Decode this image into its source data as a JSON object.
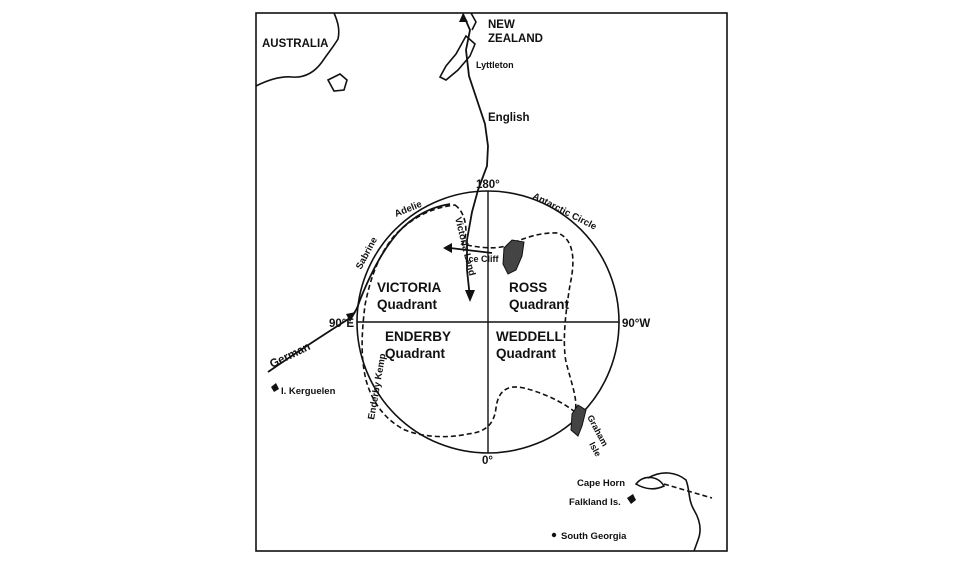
{
  "places": {
    "australia": "AUSTRALIA",
    "new_zealand_1": "NEW",
    "new_zealand_2": "ZEALAND",
    "lyttleton": "Lyttleton",
    "kerguelen": "I. Kerguelen",
    "cape_horn": "Cape Horn",
    "falkland": "Falkland Is.",
    "south_georgia": "South Georgia",
    "ice_cliff": "Ice Cliff"
  },
  "routes": {
    "english": "English",
    "german": "German"
  },
  "coast_names": {
    "adelie": "Adelie",
    "sabrine": "Sabrine",
    "enderby_kemp": "Enderby Kemp",
    "victoria_land": "Victoria Land",
    "graham_isle_1": "Graham",
    "graham_isle_2": "Isle",
    "antarctic_circle": "Antarctic Circle"
  },
  "meridians": {
    "top": "180°",
    "right": "90°W",
    "left": "90°E",
    "bottom": "0°"
  },
  "quadrants": {
    "victoria": {
      "name": "VICTORIA",
      "sub": "Quadrant"
    },
    "ross": {
      "name": "ROSS",
      "sub": "Quadrant"
    },
    "enderby": {
      "name": "ENDERBY",
      "sub": "Quadrant"
    },
    "weddell": {
      "name": "WEDDELL",
      "sub": "Quadrant"
    }
  }
}
